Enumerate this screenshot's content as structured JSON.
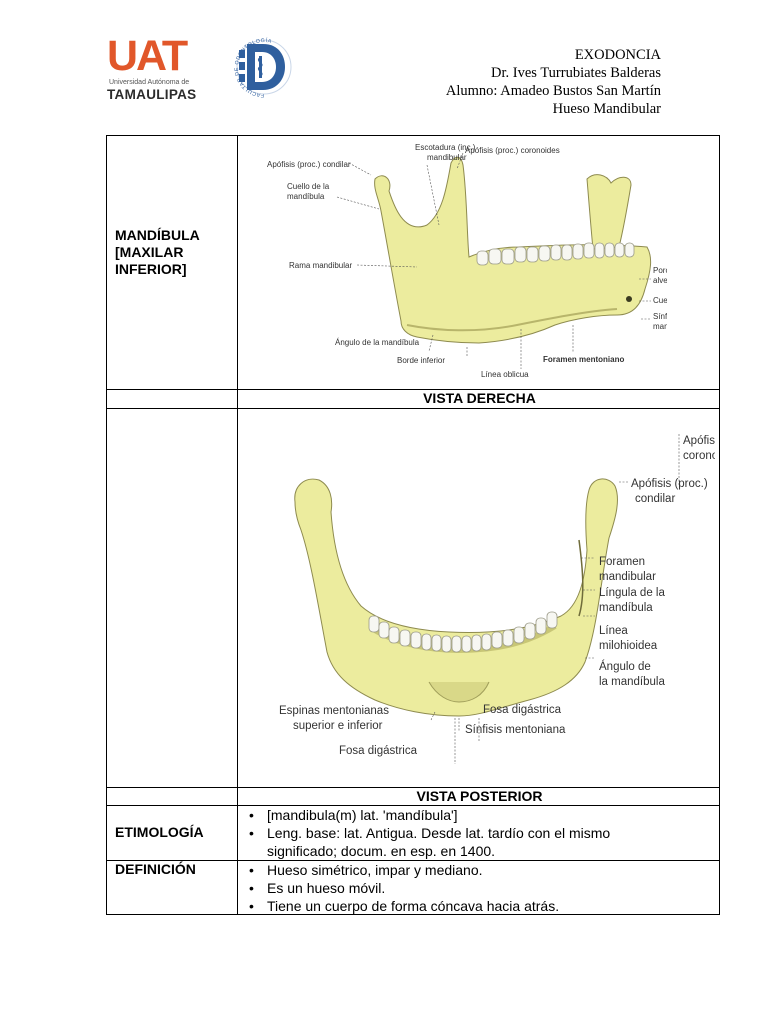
{
  "logos": {
    "uat_letters": "UAT",
    "uat_subtitle": "Universidad Autónoma de",
    "uat_name": "TAMAULIPAS",
    "faculty_ring": "FACULTAD DE ODONTOLOGÍA"
  },
  "header": {
    "line1": "EXODONCIA",
    "line2": "Dr. Ives Turrubiates Balderas",
    "line3": "Alumno: Amadeo Bustos San Martín",
    "line4": "Hueso Mandibular"
  },
  "table": {
    "bone_label": "MANDÍBULA [MAXILAR INFERIOR]",
    "caption_right": "VISTA DERECHA",
    "caption_posterior": "VISTA POSTERIOR",
    "etymology_label": "ETIMOLOGÍA",
    "etymology_items": [
      "[mandibula(m) lat. 'mandíbula']",
      "Leng. base: lat. Antigua. Desde lat. tardío con el mismo significado; docum. en esp. en 1400."
    ],
    "definition_label": "DEFINICIÓN",
    "definition_items": [
      "Hueso simétrico, impar y mediano.",
      "Es un hueso móvil.",
      "Tiene un cuerpo de forma cóncava hacia atrás."
    ]
  },
  "figure_right": {
    "labels": {
      "escotadura": "Escotadura (inc.)",
      "escotadura2": "mandibular",
      "coronoides": "Apófisis (proc.) coronoides",
      "condilar": "Apófisis (proc.) condilar",
      "cuello1": "Cuello de la",
      "cuello2": "mandíbula",
      "rama": "Rama mandibular",
      "porcion1": "Porción",
      "porcion2": "alveolar",
      "cuerpo": "Cuerpo",
      "sinfisis1": "Sínfisis",
      "sinfisis2": "mandibular",
      "angulo": "Ángulo de la mandíbula",
      "borde": "Borde inferior",
      "foramen": "Foramen mentoniano",
      "linea": "Línea oblicua"
    }
  },
  "figure_posterior": {
    "labels": {
      "coronoides1": "Apófisis (proc.)",
      "coronoides2": "coronoides",
      "condilar1": "Apófisis (proc.)",
      "condilar2": "condilar",
      "foramen1": "Foramen",
      "foramen2": "mandibular",
      "lingula1": "Língula de la",
      "lingula2": "mandíbula",
      "linea1": "Línea",
      "linea2": "milohioidea",
      "angulo1": "Ángulo de",
      "angulo2": "la mandíbula",
      "espinas1": "Espinas mentonianas",
      "espinas2": "superior e inferior",
      "fosa_right": "Fosa digástrica",
      "sinfisis": "Sínfisis mentoniana",
      "fosa_bottom": "Fosa digástrica"
    }
  },
  "colors": {
    "bone": "#ecec9e",
    "bone_shadow": "#c8c676",
    "uat_orange": "#e1572a",
    "faculty_blue": "#2f5f9e"
  }
}
